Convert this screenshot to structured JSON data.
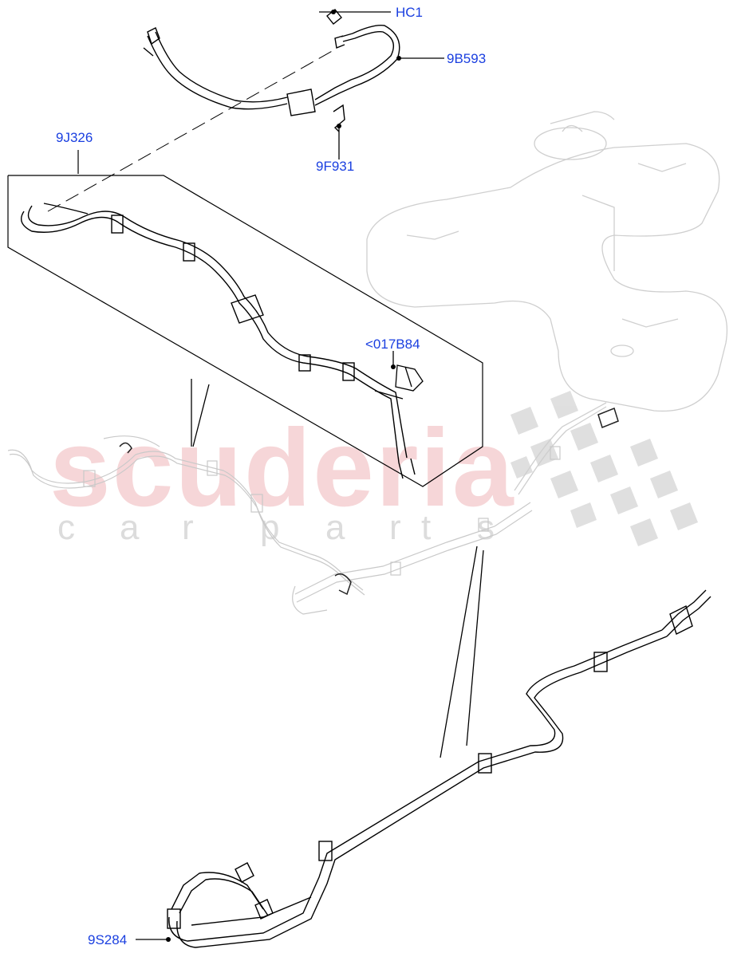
{
  "diagram": {
    "type": "exploded-parts-diagram",
    "subject": "fuel lines assembly with fuel tank (background)",
    "accent_color": "#1a3fe0",
    "line_color": "#000000",
    "ghost_color": "#c8c8c8"
  },
  "callouts": [
    {
      "id": "hc1",
      "text": "HC1"
    },
    {
      "id": "9b593",
      "text": "9B593"
    },
    {
      "id": "9f931",
      "text": "9F931"
    },
    {
      "id": "9j326",
      "text": "9J326"
    },
    {
      "id": "017b84",
      "text": "<017B84"
    },
    {
      "id": "9s284",
      "text": "9S284"
    }
  ],
  "watermark": {
    "main": "scuderia",
    "sub": [
      "c",
      "a",
      "r",
      "p",
      "a",
      "r",
      "t",
      "s"
    ]
  }
}
